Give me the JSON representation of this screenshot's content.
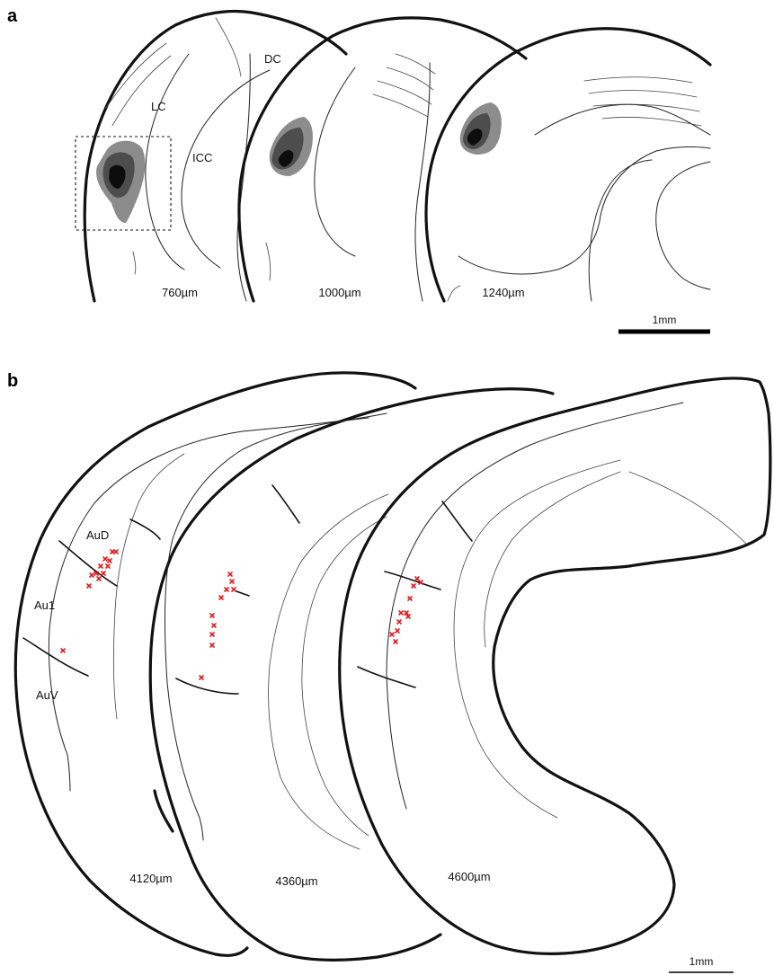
{
  "panel_a": {
    "letter": "a",
    "labels": {
      "dc": "DC",
      "lc": "LC",
      "icc": "ICC"
    },
    "sections": [
      "760µm",
      "1000µm",
      "1240µm"
    ],
    "scale_bar": "1mm"
  },
  "panel_b": {
    "letter": "b",
    "labels": {
      "aud": "AuD",
      "au1": "Au1",
      "auv": "AuV"
    },
    "sections": [
      "4120µm",
      "4360µm",
      "4600µm"
    ],
    "scale_bar": "1mm",
    "recording_sites_per_section": [
      12,
      10,
      11
    ]
  },
  "colors": {
    "outline": "#111111",
    "lesion_outer": "#8c8c8c",
    "lesion_mid": "#4d4d4d",
    "lesion_core": "#0d0d0d",
    "recording_site": "#e3191b"
  }
}
